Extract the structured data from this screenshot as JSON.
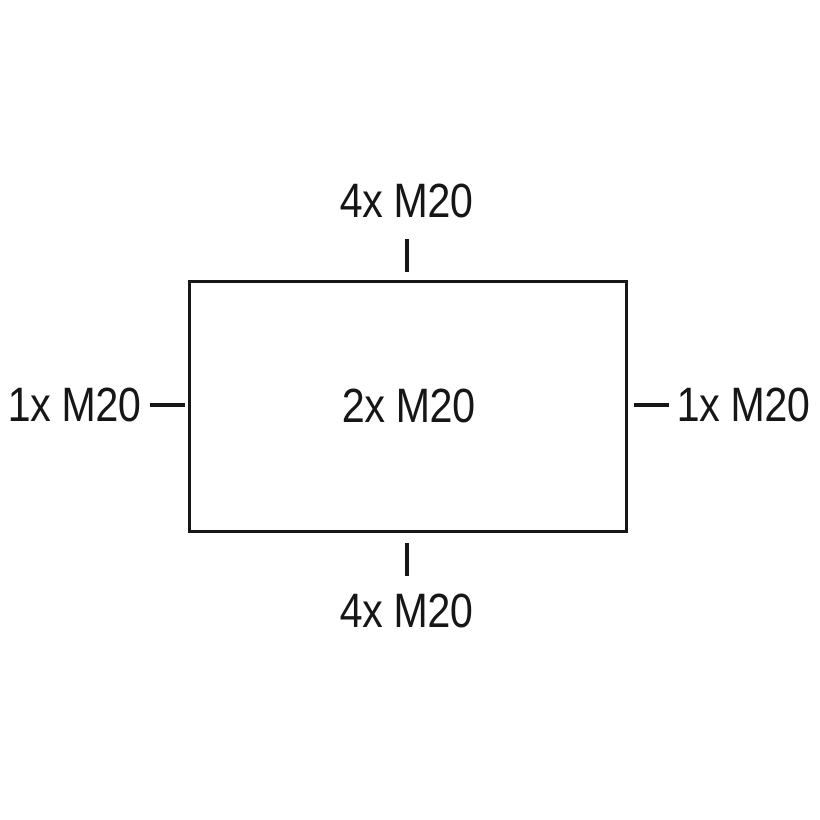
{
  "diagram": {
    "type": "enclosure-cable-entry-diagram",
    "background_color": "#ffffff",
    "line_color": "#161616",
    "entries": {
      "top": "4x M20",
      "bottom": "4x M20",
      "left": "1x M20",
      "right": "1x M20",
      "center": "2x M20"
    }
  }
}
